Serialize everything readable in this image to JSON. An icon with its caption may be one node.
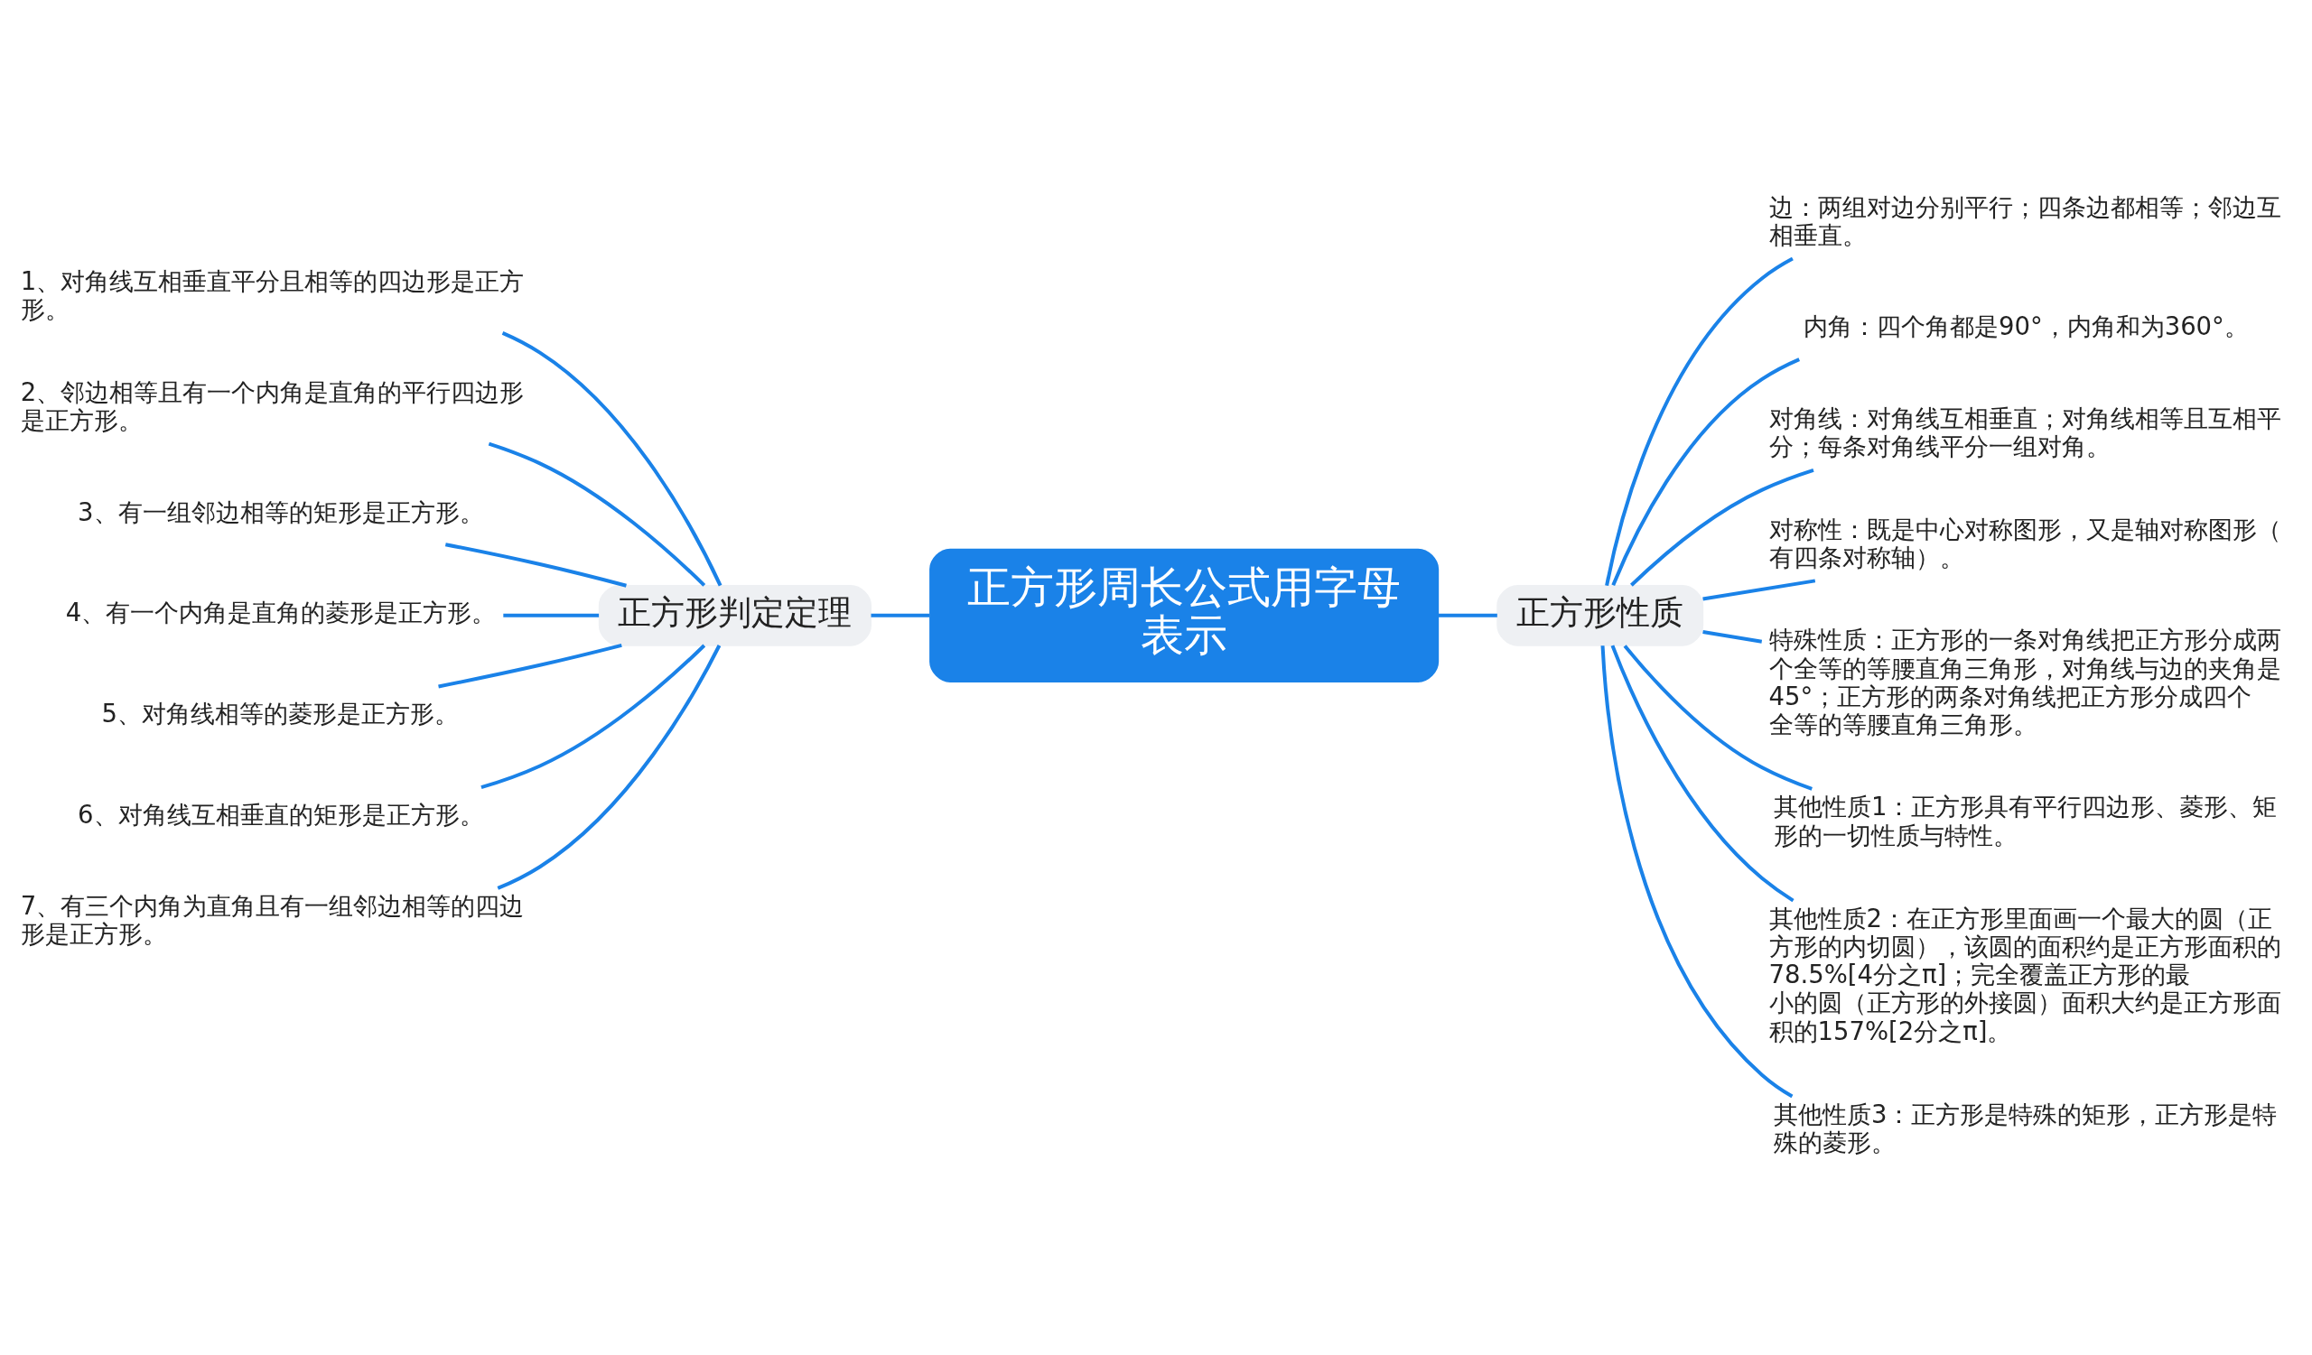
{
  "diagram": {
    "nodes": [
      {
        "text": [
          "正方形周长公式用字母表示"
        ]
      },
      {
        "text": [
          "正方形判定定理"
        ]
      },
      {
        "text": [
          "1、对角线互相垂直平分且相等的四边形是正方形。"
        ]
      },
      {
        "text": [
          "2、邻边相等且有一个内角是直角的平行四边形是正方形。"
        ]
      },
      {
        "text": [
          "3、有一组邻边相等的矩形是正方形。"
        ]
      },
      {
        "text": [
          "4、有一个内角是直角的菱形是正方形。"
        ]
      },
      {
        "text": [
          "5、对角线相等的菱形是正方形。"
        ]
      },
      {
        "text": [
          "6、对角线互相垂直的矩形是正方形。"
        ]
      },
      {
        "text": [
          "7、有三个内角为直角且有一组邻边相等的四边形是正方形。"
        ]
      },
      {
        "text": [
          "正方形性质"
        ]
      },
      {
        "text": [
          "边：两组对边分别平行；四条边都相等；邻边互相垂直。"
        ]
      },
      {
        "text": [
          "内角：四个角都是90°，内角和为360°。"
        ]
      },
      {
        "text": [
          "对角线：对角线互相垂直；对角线相等且互相平分；每条对角线平分一组对角。"
        ]
      },
      {
        "text": [
          "对称性：既是中心对称图形，又是轴对称图形（有四条对称轴）。"
        ]
      },
      {
        "text": [
          "特殊性质：正方形的一条对角线把正方形分成两个全等的等腰直角三角形，对角线与边的夹角是45°；正方形的两条对角线把正方形分成四个全等的等腰直角三角形。"
        ]
      },
      {
        "text": [
          "其他性质1：正方形具有平行四边形、菱形、矩形的一切性质与特性。"
        ]
      },
      {
        "text": [
          "其他性质2：在正方形里面画一个最大的圆（正方形的内切圆），该圆的面积约是正方形面积的78.5%[4分之π]；完全覆盖正方形的最小的圆（正方形的外接圆）面积大约是正方形面积的157%[2分之π]。"
        ]
      },
      {
        "text": [
          "其他性质3：正方形是特殊的矩形，正方形是特殊的菱形。"
        ]
      }
    ],
    "edges": [
      {
        "from": 0,
        "to": 1,
        "arrow": "none"
      },
      {
        "from": 1,
        "to": 2,
        "arrow": "none"
      },
      {
        "from": 1,
        "to": 3,
        "arrow": "none"
      },
      {
        "from": 1,
        "to": 4,
        "arrow": "none"
      },
      {
        "from": 1,
        "to": 5,
        "arrow": "none"
      },
      {
        "from": 1,
        "to": 6,
        "arrow": "none"
      },
      {
        "from": 1,
        "to": 7,
        "arrow": "none"
      },
      {
        "from": 1,
        "to": 8,
        "arrow": "none"
      },
      {
        "from": 0,
        "to": 9,
        "arrow": "none"
      },
      {
        "from": 9,
        "to": 10,
        "arrow": "none"
      },
      {
        "from": 9,
        "to": 11,
        "arrow": "none"
      },
      {
        "from": 9,
        "to": 12,
        "arrow": "none"
      },
      {
        "from": 9,
        "to": 13,
        "arrow": "none"
      },
      {
        "from": 9,
        "to": 14,
        "arrow": "none"
      },
      {
        "from": 9,
        "to": 15,
        "arrow": "none"
      },
      {
        "from": 9,
        "to": 16,
        "arrow": "none"
      },
      {
        "from": 9,
        "to": 17,
        "arrow": "none"
      }
    ]
  }
}
